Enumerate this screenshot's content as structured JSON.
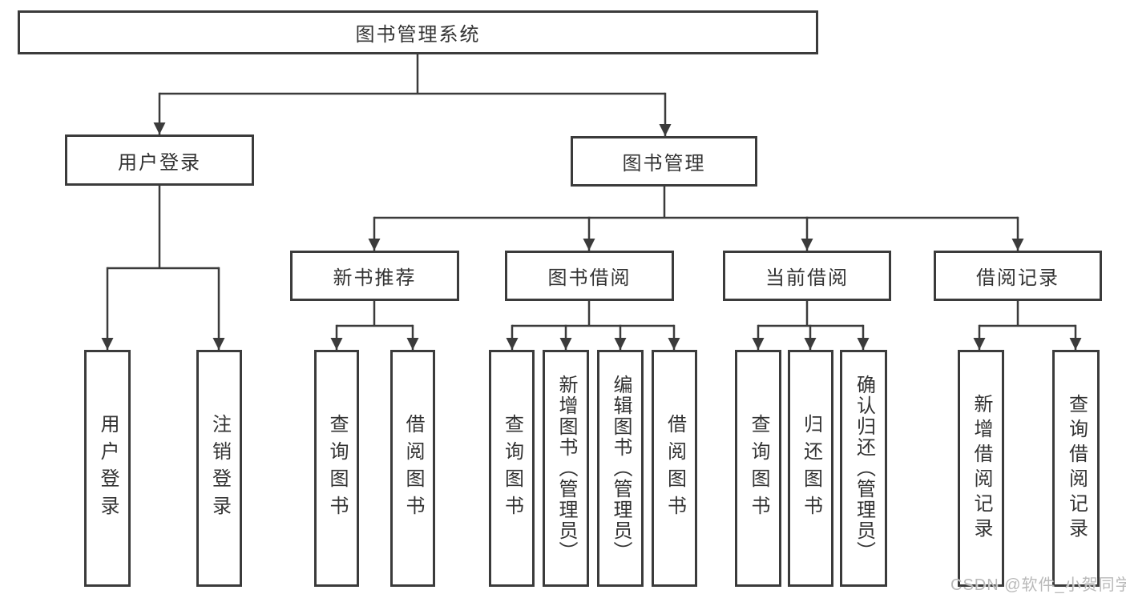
{
  "colors": {
    "line": "#3b3b3b",
    "box_border": "#3b3b3b",
    "text": "#333333",
    "watermark": "#b9b9b9",
    "background": "#ffffff"
  },
  "tree": {
    "root": {
      "label": "图书管理系统"
    },
    "level2": [
      {
        "label": "用户登录",
        "children": [
          {
            "label": "用户登录"
          },
          {
            "label": "注销登录"
          }
        ]
      },
      {
        "label": "图书管理",
        "children": [
          {
            "label": "新书推荐",
            "children": [
              {
                "label": "查询图书"
              },
              {
                "label": "借阅图书"
              }
            ]
          },
          {
            "label": "图书借阅",
            "children": [
              {
                "label": "查询图书"
              },
              {
                "label": "新增图书（管理员）"
              },
              {
                "label": "编辑图书（管理员）"
              },
              {
                "label": "借阅图书"
              }
            ]
          },
          {
            "label": "当前借阅",
            "children": [
              {
                "label": "查询图书"
              },
              {
                "label": "归还图书"
              },
              {
                "label": "确认归还（管理员）"
              }
            ]
          },
          {
            "label": "借阅记录",
            "children": [
              {
                "label": "新增借阅记录"
              },
              {
                "label": "查询借阅记录"
              }
            ]
          }
        ]
      }
    ]
  },
  "watermark": {
    "text": "CSDN @软件_小贺同学"
  }
}
